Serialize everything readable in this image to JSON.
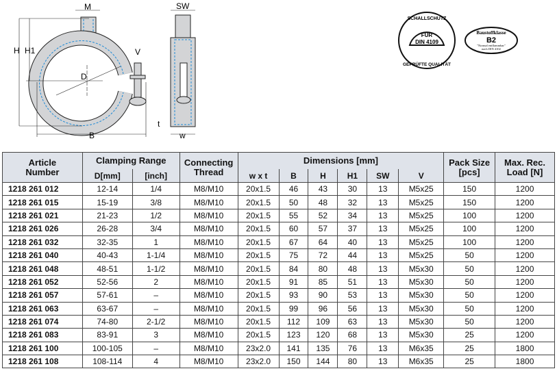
{
  "diagram": {
    "labels": {
      "M": "M",
      "SW": "SW",
      "H1": "H1",
      "H": "H",
      "V": "V",
      "D": "D",
      "B": "B",
      "t": "t",
      "w": "w"
    },
    "colors": {
      "ring": "#d3d4d6",
      "dashes": "#1e8ad6"
    }
  },
  "seals": {
    "schallschutz": {
      "ring_top": "SCHALLSCHUTZ",
      "ring_bottom": "GEPRÜFTE QUALITÄT",
      "center1": "FÜR",
      "center2": "DIN 4109"
    },
    "baustoff": {
      "line1": "Baustoffklasse",
      "line2": "B2",
      "line3": "\"Normal entflammbar\"",
      "line4": "nach DIN 4102"
    }
  },
  "table": {
    "headers": {
      "article": "Article Number",
      "article1": "Article",
      "article2": "Number",
      "clamping": "Clamping Range",
      "d_mm": "D[mm]",
      "inch": "[inch]",
      "thread1": "Connecting",
      "thread2": "Thread",
      "dimensions": "Dimensions [mm]",
      "wxt": "w x t",
      "B": "B",
      "H": "H",
      "H1": "H1",
      "SW": "SW",
      "V": "V",
      "pack1": "Pack Size",
      "pack2": "[pcs]",
      "load1": "Max. Rec.",
      "load2": "Load [N]"
    },
    "rows": [
      [
        "1218 261 012",
        "12-14",
        "1/4",
        "M8/M10",
        "20x1.5",
        "46",
        "43",
        "30",
        "13",
        "M5x25",
        "150",
        "1200"
      ],
      [
        "1218 261 015",
        "15-19",
        "3/8",
        "M8/M10",
        "20x1.5",
        "50",
        "48",
        "32",
        "13",
        "M5x25",
        "150",
        "1200"
      ],
      [
        "1218 261 021",
        "21-23",
        "1/2",
        "M8/M10",
        "20x1.5",
        "55",
        "52",
        "34",
        "13",
        "M5x25",
        "100",
        "1200"
      ],
      [
        "1218 261 026",
        "26-28",
        "3/4",
        "M8/M10",
        "20x1.5",
        "60",
        "57",
        "37",
        "13",
        "M5x25",
        "100",
        "1200"
      ],
      [
        "1218 261 032",
        "32-35",
        "1",
        "M8/M10",
        "20x1.5",
        "67",
        "64",
        "40",
        "13",
        "M5x25",
        "100",
        "1200"
      ],
      [
        "1218 261 040",
        "40-43",
        "1-1/4",
        "M8/M10",
        "20x1.5",
        "75",
        "72",
        "44",
        "13",
        "M5x25",
        "50",
        "1200"
      ],
      [
        "1218 261 048",
        "48-51",
        "1-1/2",
        "M8/M10",
        "20x1.5",
        "84",
        "80",
        "48",
        "13",
        "M5x30",
        "50",
        "1200"
      ],
      [
        "1218 261 052",
        "52-56",
        "2",
        "M8/M10",
        "20x1.5",
        "91",
        "85",
        "51",
        "13",
        "M5x30",
        "50",
        "1200"
      ],
      [
        "1218 261 057",
        "57-61",
        "–",
        "M8/M10",
        "20x1.5",
        "93",
        "90",
        "53",
        "13",
        "M5x30",
        "50",
        "1200"
      ],
      [
        "1218 261 063",
        "63-67",
        "–",
        "M8/M10",
        "20x1.5",
        "99",
        "96",
        "56",
        "13",
        "M5x30",
        "50",
        "1200"
      ],
      [
        "1218 261 074",
        "74-80",
        "2-1/2",
        "M8/M10",
        "20x1.5",
        "112",
        "109",
        "63",
        "13",
        "M5x30",
        "50",
        "1200"
      ],
      [
        "1218 261 083",
        "83-91",
        "3",
        "M8/M10",
        "20x1.5",
        "123",
        "120",
        "68",
        "13",
        "M5x30",
        "25",
        "1200"
      ],
      [
        "1218 261 100",
        "100-105",
        "–",
        "M8/M10",
        "23x2.0",
        "141",
        "135",
        "76",
        "13",
        "M6x35",
        "25",
        "1800"
      ],
      [
        "1218 261 108",
        "108-114",
        "4",
        "M8/M10",
        "23x2.0",
        "150",
        "144",
        "80",
        "13",
        "M6x35",
        "25",
        "1800"
      ]
    ]
  }
}
